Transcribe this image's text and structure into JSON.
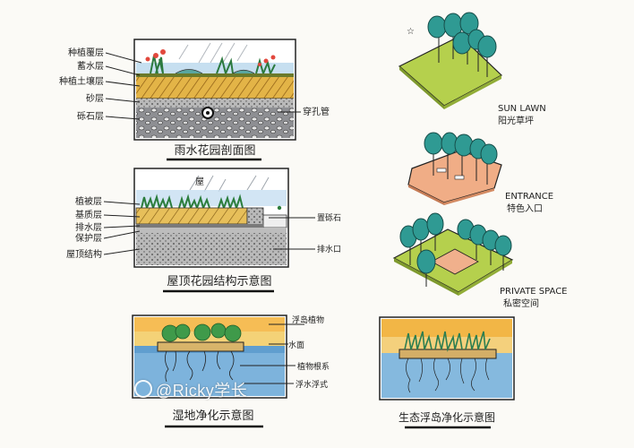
{
  "panels": {
    "rain_garden": {
      "title": "雨水花园剖面图",
      "labels": [
        "种植覆层",
        "蓄水层",
        "种植土壤层",
        "砂层",
        "砾石层"
      ],
      "right_label": "穿孔管"
    },
    "roof_garden": {
      "title": "屋顶花园结构示意图",
      "top_label": "屋",
      "labels": [
        "植被层",
        "基质层",
        "排水层",
        "保护层",
        "屋顶结构"
      ],
      "right_labels": [
        "置砾石",
        "排水口"
      ]
    },
    "wetland": {
      "title": "湿地净化示意图",
      "labels": [
        "浮岛植物",
        "水面",
        "植物根系",
        "浮水浮式"
      ]
    },
    "eco_float": {
      "title": "生态浮岛净化示意图"
    },
    "sun_lawn": {
      "en": "SUN LAWN",
      "cn": "阳光草坪"
    },
    "entrance": {
      "en": "ENTRANCE",
      "cn": "特色入口"
    },
    "private_space": {
      "en": "PRIVATE SPACE",
      "cn": "私密空间"
    }
  },
  "watermark": "@Ricky学长",
  "colors": {
    "soil_yellow": "#e8b64a",
    "gravel_gray": "#8f8f93",
    "sky_blue": "#9fc9e6",
    "water_blue": "#6ea9d6",
    "tree_teal": "#2f9a93",
    "lawn_green": "#b3cf4a",
    "plaza_peach": "#f1b08a",
    "sunset_orange": "#f3b23f"
  }
}
